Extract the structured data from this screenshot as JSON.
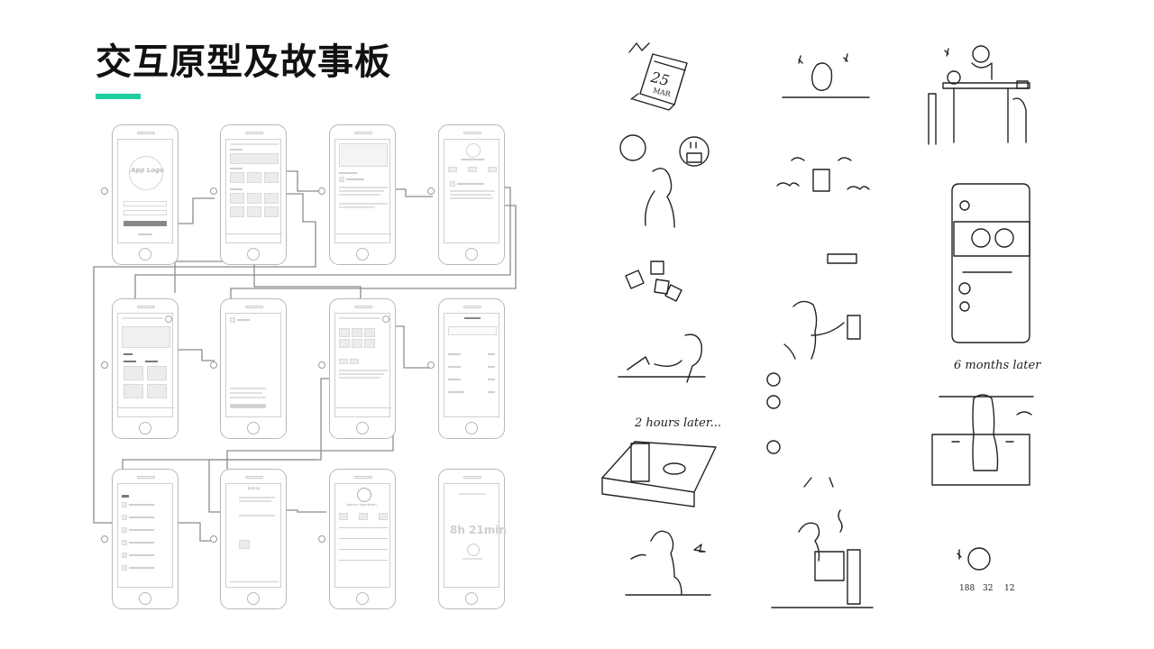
{
  "page": {
    "title": "交互原型及故事板",
    "accent_color": "#1ecf9f"
  },
  "wireframes": {
    "logo_text": "App Logo",
    "countdown": "8h 21min",
    "profile_name": "Johnny Yuporthsen",
    "chat_title": "Johnny"
  },
  "storyboard": {
    "calendar_day": "25",
    "calendar_month": "MAR",
    "caption_two_hours": "2 hours later...",
    "caption_six_months": "6 months later",
    "stats": [
      "188",
      "32",
      "12"
    ]
  }
}
